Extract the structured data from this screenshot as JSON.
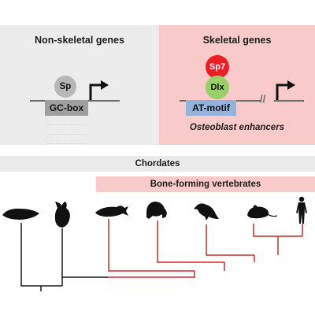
{
  "panels": {
    "non_skeletal": {
      "title": "Non-skeletal genes",
      "factor": "Sp",
      "motif": "GC-box"
    },
    "skeletal": {
      "title": "Skeletal genes",
      "factors": [
        "Sp7",
        "Dlx"
      ],
      "motif": "AT-motif",
      "enhancer_label": "Osteoblast enhancers"
    }
  },
  "bars": {
    "chordates": "Chordates",
    "bone_forming": "Bone-forming vertebrates"
  },
  "colors": {
    "non_skeletal_bg": "#ececec",
    "skeletal_bg": "#f8caca",
    "sp7": "#ee1c24",
    "dlx": "#98cf68",
    "sp": "#b7b7b7",
    "gc_box": "#9f9f9f",
    "at_box": "#93b3dc",
    "ancestral_branch": "#1a1a1a",
    "bone_branch": "#cc2a2a"
  },
  "phylogeny": {
    "taxa_icons": [
      "lancelet-icon",
      "sea-squirt-icon",
      "fish-icon",
      "frog-icon",
      "bird-icon",
      "mouse-icon",
      "human-icon"
    ]
  }
}
